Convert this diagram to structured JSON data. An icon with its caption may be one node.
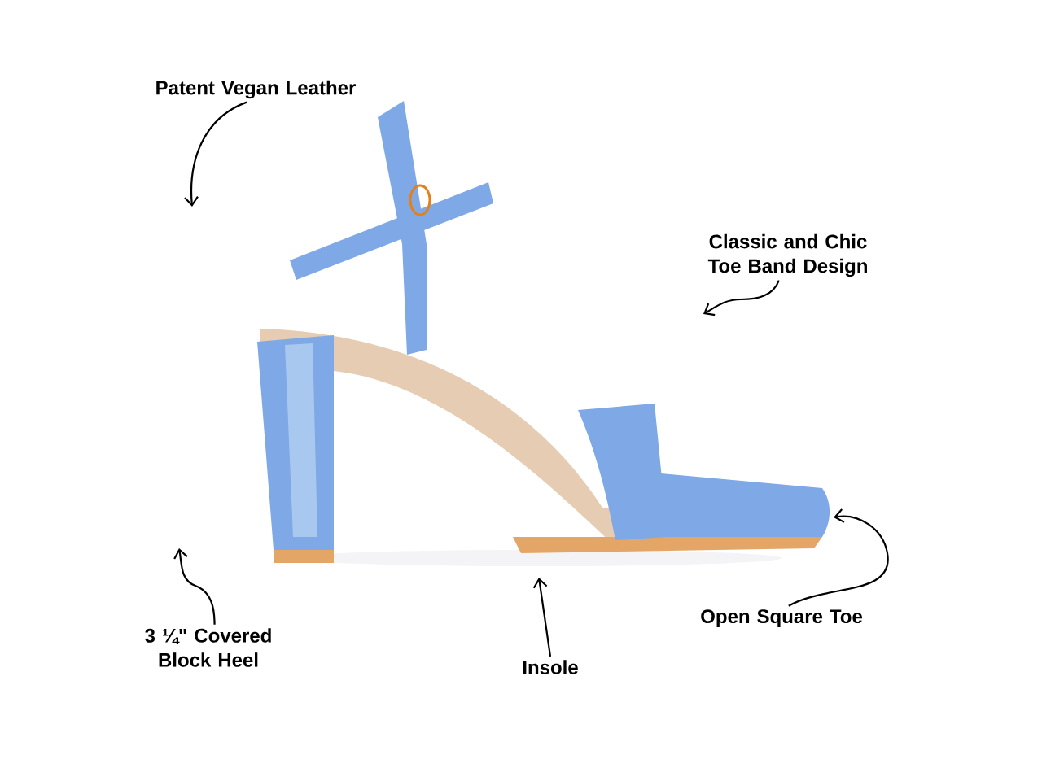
{
  "diagram": {
    "nodes": [
      {
        "text": [
          "Patent Vegan Leather"
        ]
      },
      {
        "text": [
          "Classic and Chic Toe Band Design"
        ]
      },
      {
        "text": [
          "3 ¼\" Covered Block Heel"
        ]
      },
      {
        "text": [
          "Insole"
        ]
      },
      {
        "text": [
          "Open Square Toe"
        ]
      }
    ],
    "edges": [
      {
        "from": 0,
        "to": null,
        "arrow": "to"
      },
      {
        "from": 1,
        "to": null,
        "arrow": "to"
      },
      {
        "from": 2,
        "to": null,
        "arrow": "to"
      },
      {
        "from": 3,
        "to": null,
        "arrow": "to"
      },
      {
        "from": 4,
        "to": null,
        "arrow": "to"
      }
    ]
  }
}
